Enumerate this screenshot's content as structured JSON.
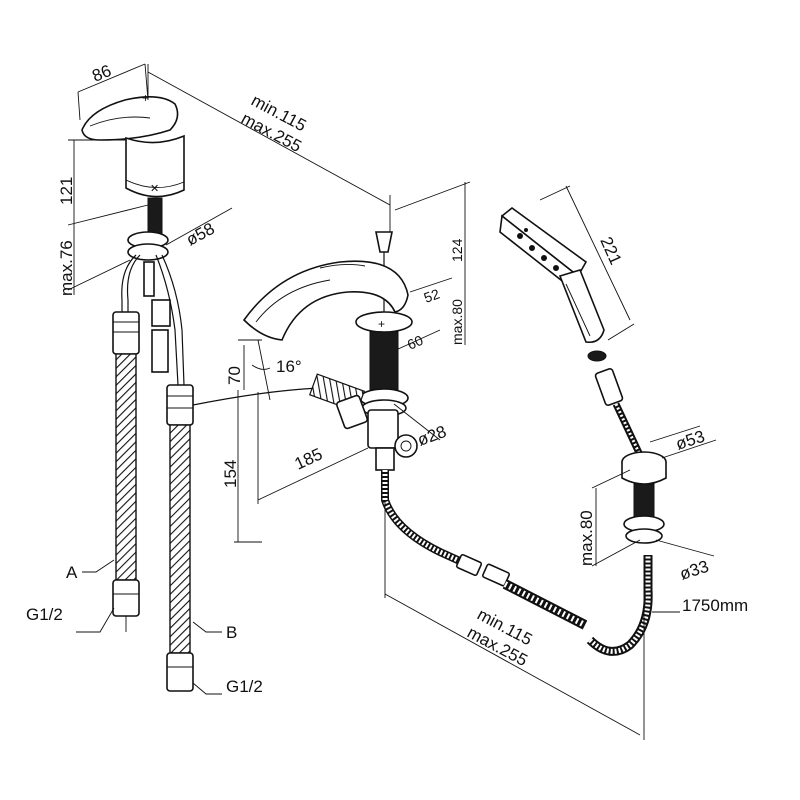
{
  "labels": {
    "basin_width": "86",
    "basin_height": "121",
    "basin_max": "max.76",
    "basin_diam": "ø58",
    "spread_min_top": "min.115",
    "spread_max_top": "max.255",
    "spout_height": "124",
    "spout_max": "max.80",
    "spout_52": "52",
    "spout_60": "60",
    "spout_70": "70",
    "spout_angle": "16°",
    "spout_185": "185",
    "spout_154": "154",
    "spout_diam": "ø28",
    "shower_len": "221",
    "holder_diam": "ø53",
    "holder_max": "max.80",
    "holder_base_diam": "ø33",
    "hose_len": "1750mm",
    "spread_min_bottom": "min.115",
    "spread_max_bottom": "max.255",
    "hose_a": "A",
    "hose_b": "B",
    "conn_left": "G1/2",
    "conn_right": "G1/2"
  }
}
